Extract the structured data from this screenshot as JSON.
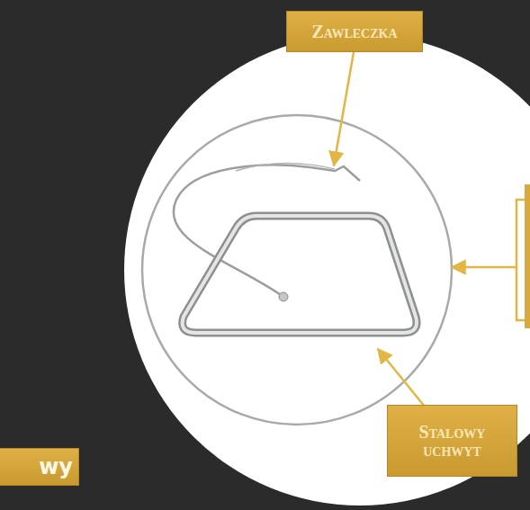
{
  "diagram": {
    "nodes": [
      {
        "text": [
          "Zawleczka"
        ]
      },
      {
        "text": [
          "Stalowy uchwyt"
        ]
      },
      {
        "text": [
          "wy"
        ]
      }
    ]
  }
}
